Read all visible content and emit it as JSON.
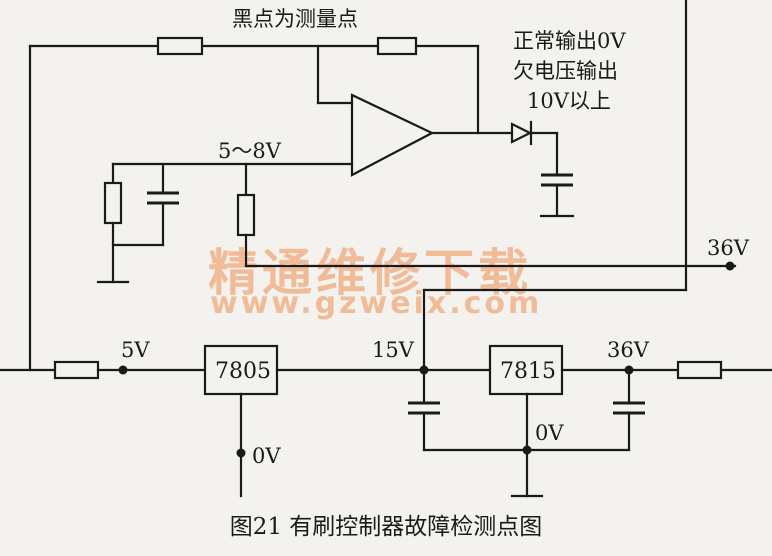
{
  "labels": {
    "measure_note": "黑点为测量点",
    "status_line1": "正常输出0V",
    "status_line2": "欠电压输出",
    "status_line3": "10V以上",
    "opamp_input_voltage": "5～8V",
    "rail_36v_top": "36V",
    "node_5v": "5V",
    "node_15v": "15V",
    "node_36v": "36V",
    "reg_7805": "7805",
    "reg_7815": "7815",
    "gnd_0v_left": "0V",
    "gnd_0v_right": "0V"
  },
  "watermark": {
    "line1": "精通维修下载",
    "line2": "www.gzweix.com"
  },
  "caption": "图21   有刷控制器故障检测点图"
}
